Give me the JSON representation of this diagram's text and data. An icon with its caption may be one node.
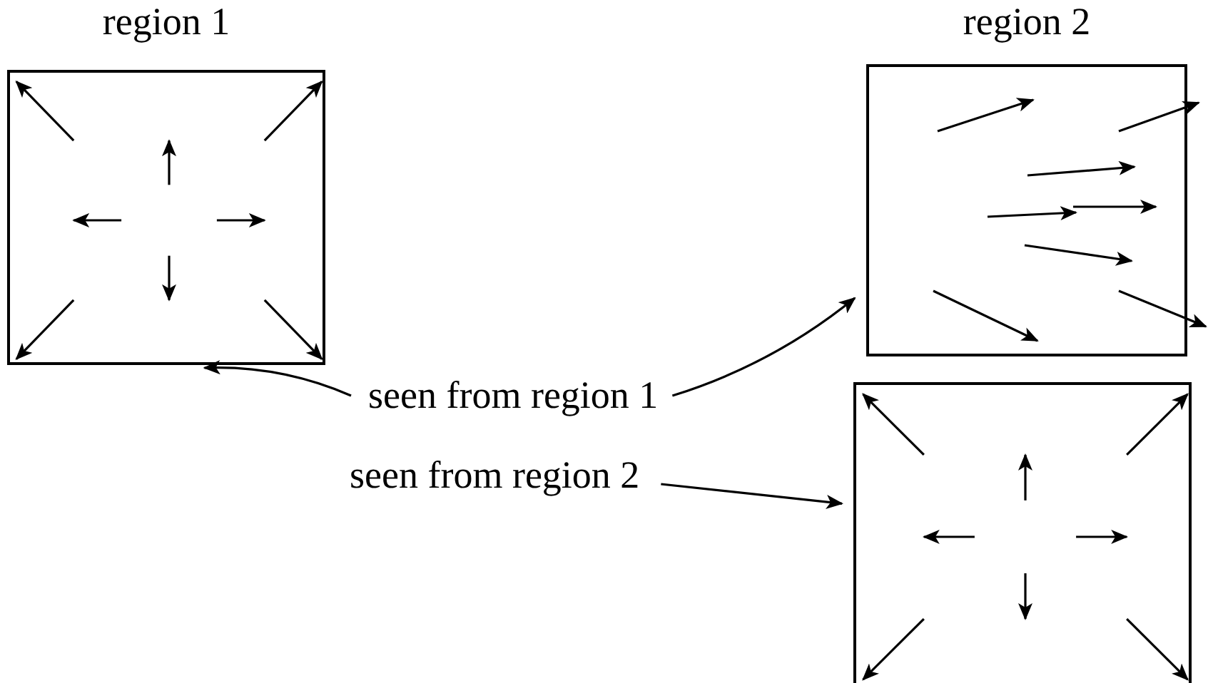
{
  "diagram": {
    "nodes": [
      {
        "text": [
          "region 1"
        ]
      },
      {
        "text": [
          "region 2"
        ]
      },
      {
        "text": [],
        "shape": "box"
      },
      {
        "text": [
          "seen from region 1"
        ]
      },
      {
        "text": [
          "seen from region 2"
        ]
      }
    ],
    "edges": [
      {
        "from": 3,
        "to": 0,
        "arrow": "to"
      },
      {
        "from": 3,
        "to": 1,
        "arrow": "to"
      },
      {
        "from": 4,
        "to": 2,
        "arrow": "to"
      }
    ]
  }
}
